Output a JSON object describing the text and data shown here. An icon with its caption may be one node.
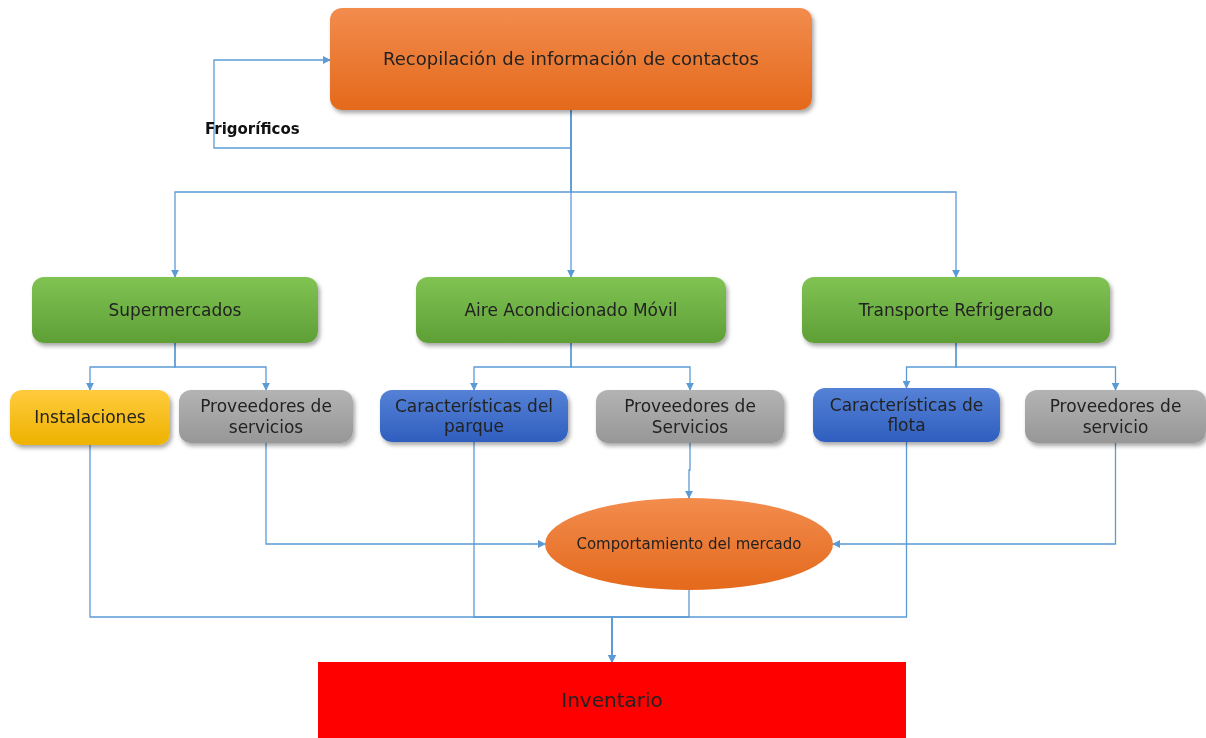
{
  "diagram": {
    "nodes": [
      {
        "text": [
          "Recopilación de información de contactos"
        ]
      },
      {
        "text": [
          "Supermercados"
        ]
      },
      {
        "text": [
          "Aire Acondicionado Móvil"
        ]
      },
      {
        "text": [
          "Transporte Refrigerado"
        ]
      },
      {
        "text": [
          "Instalaciones"
        ]
      },
      {
        "text": [
          "Proveedores de servicios"
        ]
      },
      {
        "text": [
          "Características del parque"
        ]
      },
      {
        "text": [
          "Proveedores de Servicios"
        ]
      },
      {
        "text": [
          "Características de flota"
        ]
      },
      {
        "text": [
          "Proveedores de servicio"
        ]
      },
      {
        "text": [
          "Comportamiento del mercado"
        ]
      },
      {
        "text": [
          "Inventario"
        ]
      }
    ],
    "edges": [
      {
        "from": 0,
        "to": 0,
        "arrow": "to",
        "label": "Frigoríficos"
      },
      {
        "from": 0,
        "to": 1,
        "arrow": "to"
      },
      {
        "from": 0,
        "to": 2,
        "arrow": "to"
      },
      {
        "from": 0,
        "to": 3,
        "arrow": "to"
      },
      {
        "from": 1,
        "to": 4,
        "arrow": "to"
      },
      {
        "from": 1,
        "to": 5,
        "arrow": "to"
      },
      {
        "from": 2,
        "to": 6,
        "arrow": "to"
      },
      {
        "from": 2,
        "to": 7,
        "arrow": "to"
      },
      {
        "from": 3,
        "to": 8,
        "arrow": "to"
      },
      {
        "from": 3,
        "to": 9,
        "arrow": "to"
      },
      {
        "from": 5,
        "to": 10,
        "arrow": "to"
      },
      {
        "from": 7,
        "to": 10,
        "arrow": "to"
      },
      {
        "from": 9,
        "to": 10,
        "arrow": "to"
      },
      {
        "from": 4,
        "to": 11,
        "arrow": "to"
      },
      {
        "from": 6,
        "to": 11,
        "arrow": "to"
      },
      {
        "from": 8,
        "to": 11,
        "arrow": "to"
      },
      {
        "from": 10,
        "to": 11,
        "arrow": "to"
      }
    ]
  }
}
